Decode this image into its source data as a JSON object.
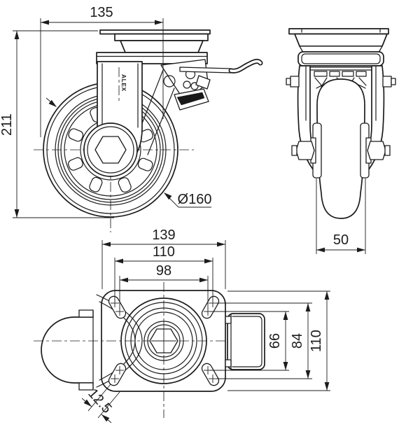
{
  "drawing": {
    "background": "#ffffff",
    "line_color": "#1c1c1c",
    "views": {
      "side": {
        "name": "side-elevation-with-brake",
        "dim_plate_width": "135",
        "dim_overall_height": "211",
        "dim_wheel_diameter": "Ø160",
        "brand_text": "ALEX"
      },
      "front": {
        "name": "front-elevation",
        "dim_wheel_width": "50"
      },
      "plan": {
        "name": "plan-view-mounting-plate",
        "dim_plate_length": "139",
        "dim_bolt_pitch_x_outer": "110",
        "dim_bolt_pitch_x_inner": "98",
        "dim_bolt_pitch_y_inner": "66",
        "dim_bolt_pitch_y_outer": "84",
        "dim_plate_width": "110",
        "dim_slot_width": "12.5"
      }
    }
  }
}
